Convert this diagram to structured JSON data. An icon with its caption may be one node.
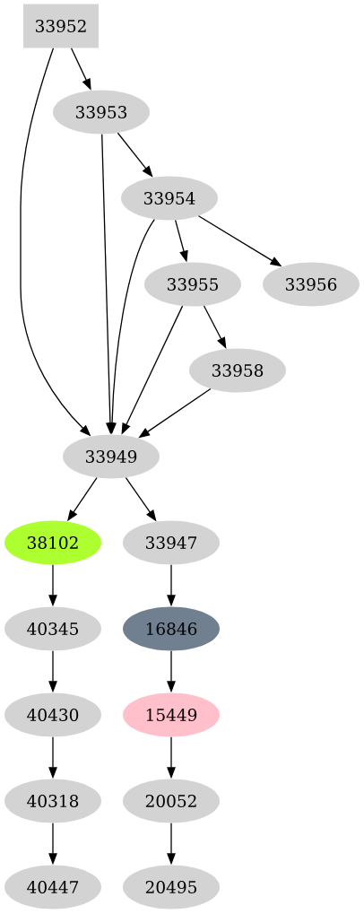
{
  "diagram": {
    "nodes": [
      {
        "text": [
          "33952"
        ]
      },
      {
        "text": [
          "33953"
        ]
      },
      {
        "text": [
          "33954"
        ]
      },
      {
        "text": [
          "33955"
        ]
      },
      {
        "text": [
          "33956"
        ]
      },
      {
        "text": [
          "33958"
        ]
      },
      {
        "text": [
          "33949"
        ]
      },
      {
        "text": [
          "38102"
        ]
      },
      {
        "text": [
          "33947"
        ]
      },
      {
        "text": [
          "40345"
        ]
      },
      {
        "text": [
          "16846"
        ]
      },
      {
        "text": [
          "40430"
        ]
      },
      {
        "text": [
          "15449"
        ]
      },
      {
        "text": [
          "40318"
        ]
      },
      {
        "text": [
          "20052"
        ]
      },
      {
        "text": [
          "40447"
        ]
      },
      {
        "text": [
          "20495"
        ]
      }
    ],
    "edges": [
      {
        "from": 0,
        "to": 1,
        "arrow": "to"
      },
      {
        "from": 0,
        "to": 6,
        "arrow": "to"
      },
      {
        "from": 1,
        "to": 2,
        "arrow": "to"
      },
      {
        "from": 1,
        "to": 6,
        "arrow": "to"
      },
      {
        "from": 2,
        "to": 3,
        "arrow": "to"
      },
      {
        "from": 2,
        "to": 4,
        "arrow": "to"
      },
      {
        "from": 2,
        "to": 6,
        "arrow": "to"
      },
      {
        "from": 3,
        "to": 5,
        "arrow": "to"
      },
      {
        "from": 3,
        "to": 6,
        "arrow": "to"
      },
      {
        "from": 5,
        "to": 6,
        "arrow": "to"
      },
      {
        "from": 6,
        "to": 7,
        "arrow": "to"
      },
      {
        "from": 6,
        "to": 8,
        "arrow": "to"
      },
      {
        "from": 7,
        "to": 9,
        "arrow": "to"
      },
      {
        "from": 8,
        "to": 10,
        "arrow": "to"
      },
      {
        "from": 9,
        "to": 11,
        "arrow": "to"
      },
      {
        "from": 10,
        "to": 12,
        "arrow": "to"
      },
      {
        "from": 11,
        "to": 13,
        "arrow": "to"
      },
      {
        "from": 12,
        "to": 14,
        "arrow": "to"
      },
      {
        "from": 13,
        "to": 15,
        "arrow": "to"
      },
      {
        "from": 14,
        "to": 16,
        "arrow": "to"
      }
    ]
  }
}
